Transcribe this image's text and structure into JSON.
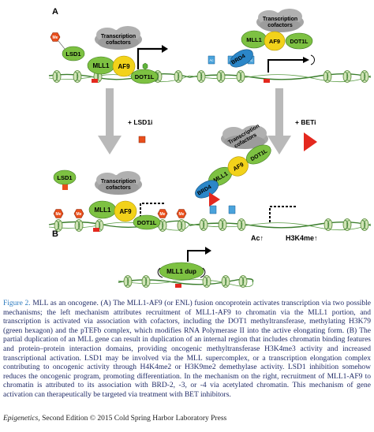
{
  "figure": {
    "panel_a_label": "A",
    "panel_b_label": "B",
    "left_top": {
      "me_label": "Me",
      "lsd1_label": "LSD1",
      "cofactors_line1": "Transcription",
      "cofactors_line2": "cofactors",
      "mll1_label": "MLL1",
      "af9_label": "AF9",
      "dot1l_label": "DOT1L"
    },
    "right_top": {
      "cofactors_line1": "Transcription",
      "cofactors_line2": "cofactors",
      "mll1_label": "MLL1",
      "af9_label": "AF9",
      "dot1l_label": "DOT1L",
      "brd4_label": "BRD4",
      "ac_label": "Ac"
    },
    "left_arrow_label": "+ LSD1i",
    "right_arrow_label": "+ BETi",
    "left_bottom": {
      "free_lsd1_label": "LSD1",
      "me_label": "Me",
      "cofactors_line1": "Transcription",
      "cofactors_line2": "cofactors",
      "mll1_label": "MLL1",
      "af9_label": "AF9",
      "dot1l_label": "DOT1L"
    },
    "right_bottom": {
      "cofactors_line1": "Transcription",
      "cofactors_line2": "cofactors",
      "mll1_label": "MLL1",
      "af9_label": "AF9",
      "dot1l_label": "DOT1L",
      "brd4_label": "BRD4",
      "ac_change": "Ac↑",
      "h3k4me_change": "H3K4me↑"
    },
    "panel_b": {
      "mll1_dup_label": "MLL1 dup"
    }
  },
  "caption": {
    "label": "Figure 2.",
    "text": "MLL as an oncogene. (A) The MLL1-AF9 (or ENL) fusion oncoprotein activates transcription via two possible mechanisms; the left mechanism attributes recruitment of MLL1-AF9 to chromatin via the MLL1 portion, and transcription is activated via association with cofactors, including the DOT1 methyltransferase, methylating H3K79 (green hexagon) and the pTEFb complex, which modifies RNA Polymerase II into the active elongating form. (B) The partial duplication of an MLL gene can result in duplication of an internal region that includes chromatin binding features and protein–protein interaction domains, providing oncogenic methyltransferase H3K4me3 activity and increased transcriptional activation. LSD1 may be involved via the MLL supercomplex, or a transcription elongation complex contributing to oncogenic activity through H4K4me2 or H3K9me2 demethylase activity. LSD1 inhibition somehow reduces the oncogenic program, promoting differentiation. In the mechanism on the right, recruitment of MLL1-AF9 to chromatin is attributed to its association with BRD-2, -3, or -4 via acetylated chromatin. This mechanism of gene activation can therapeutically be targeted via treatment with BET inhibitors."
  },
  "credit": {
    "book": "Epigenetics,",
    "rest": " Second Edition © 2015 Cold Spring Harbor Laboratory Press"
  },
  "colors": {
    "green_protein": "#7dc142",
    "yellow_protein": "#f2d21a",
    "grey_cofactors": "#a6a6a6",
    "nucleosome": "#cfe3b5",
    "dna": "#3a7d2c",
    "me_marker": "#e94e1b",
    "inhibitor_red": "#e4281e",
    "brd4_blue": "#2b86c8",
    "arrow_grey": "#b9b9b9",
    "caption_text": "#1f2a66"
  }
}
